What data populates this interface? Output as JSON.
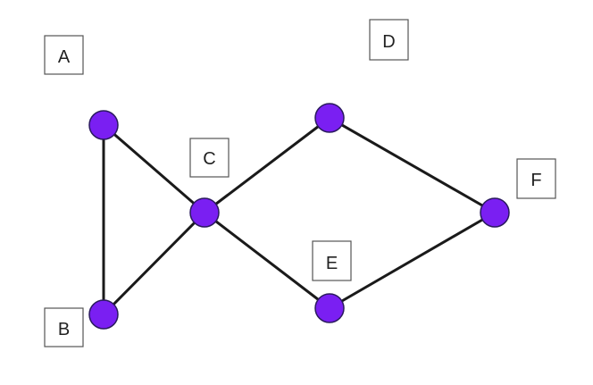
{
  "colors": {
    "node_fill": "#7a1ff2",
    "edge": "#1a1a1a",
    "label_border": "#555555",
    "background": "#ffffff"
  },
  "labels": {
    "a": "A",
    "b": "B",
    "c": "C",
    "d": "D",
    "e": "E",
    "f": "F"
  }
}
